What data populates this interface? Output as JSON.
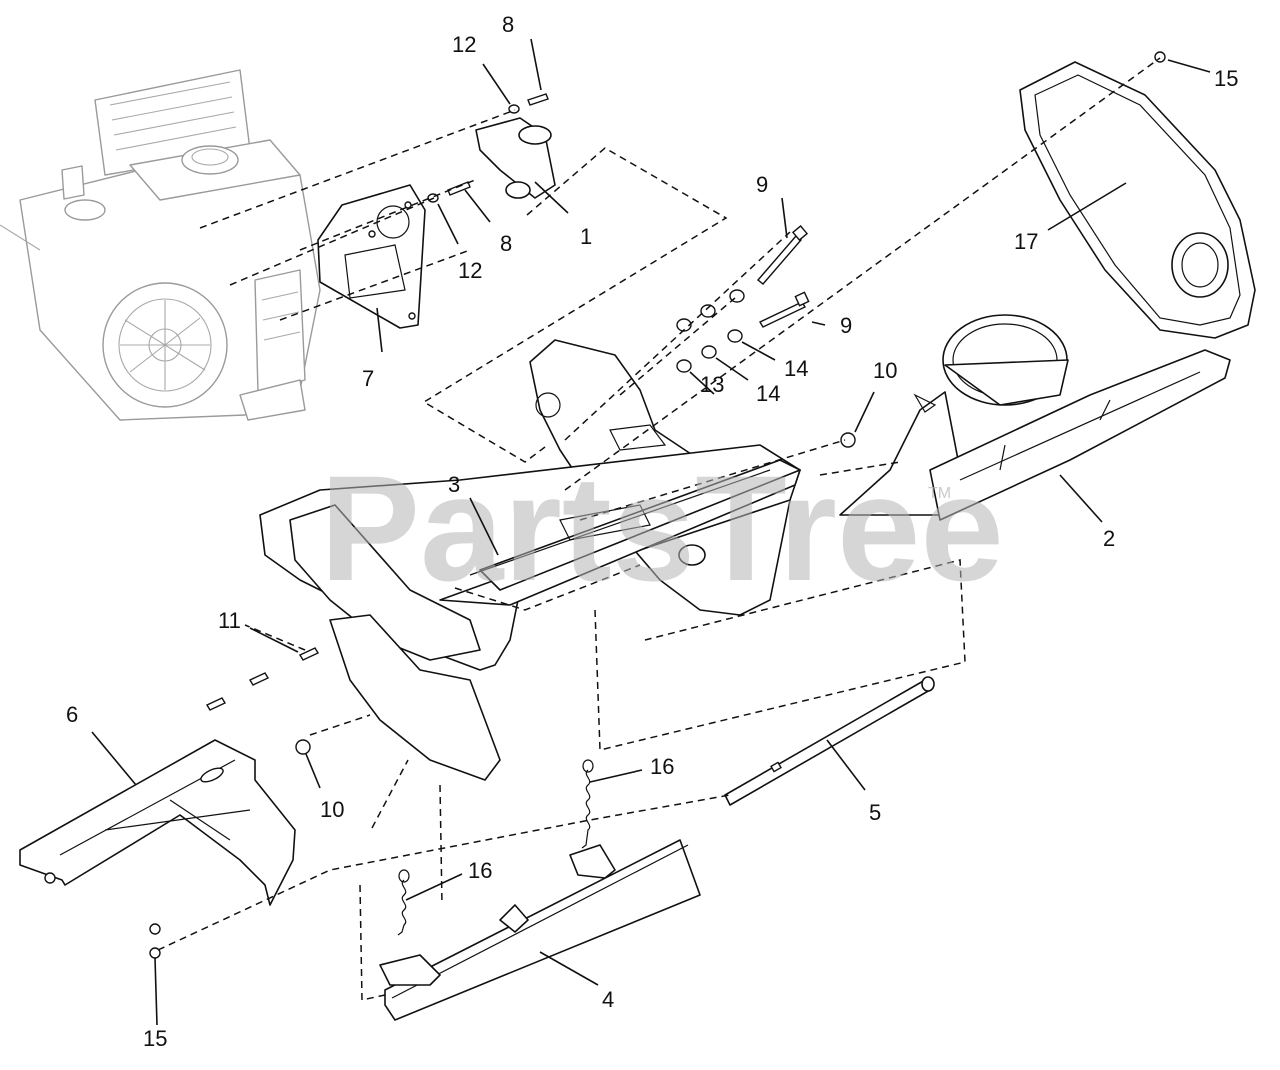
{
  "watermark": {
    "text": "PartsTree",
    "tm": "TM"
  },
  "callouts": [
    {
      "id": "c8a",
      "label": "8"
    },
    {
      "id": "c12a",
      "label": "12"
    },
    {
      "id": "c8b",
      "label": "8"
    },
    {
      "id": "c12b",
      "label": "12"
    },
    {
      "id": "c1",
      "label": "1"
    },
    {
      "id": "c7",
      "label": "7"
    },
    {
      "id": "c9a",
      "label": "9"
    },
    {
      "id": "c9b",
      "label": "9"
    },
    {
      "id": "c14a",
      "label": "14"
    },
    {
      "id": "c14b",
      "label": "14"
    },
    {
      "id": "c13",
      "label": "13"
    },
    {
      "id": "c10a",
      "label": "10"
    },
    {
      "id": "c15a",
      "label": "15"
    },
    {
      "id": "c17",
      "label": "17"
    },
    {
      "id": "c2",
      "label": "2"
    },
    {
      "id": "c3",
      "label": "3"
    },
    {
      "id": "c11",
      "label": "11"
    },
    {
      "id": "c6",
      "label": "6"
    },
    {
      "id": "c10b",
      "label": "10"
    },
    {
      "id": "c16a",
      "label": "16"
    },
    {
      "id": "c16b",
      "label": "16"
    },
    {
      "id": "c5",
      "label": "5"
    },
    {
      "id": "c4",
      "label": "4"
    },
    {
      "id": "c15b",
      "label": "15"
    }
  ]
}
